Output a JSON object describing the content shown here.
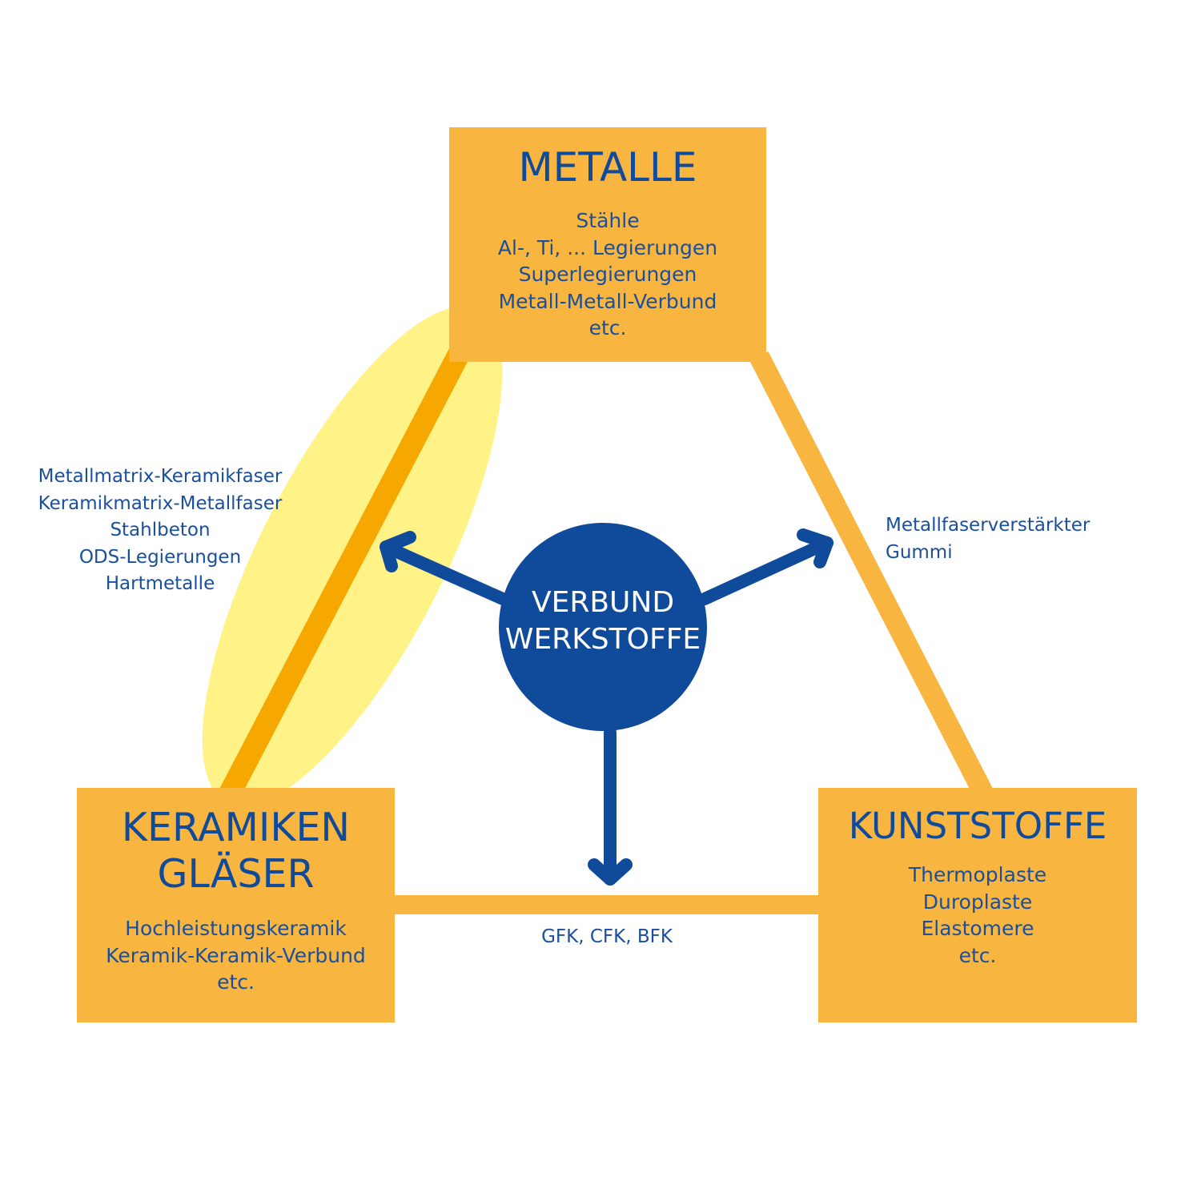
{
  "center": {
    "lines": [
      "VERBUND",
      "WERKSTOFFE"
    ]
  },
  "metalle": {
    "title": "METALLE",
    "items": [
      "Stähle",
      "Al-, Ti, ... Legierungen",
      "Superlegierungen",
      "Metall-Metall-Verbund",
      "etc."
    ]
  },
  "keramiken": {
    "title_lines": [
      "KERAMIKEN",
      "GLÄSER"
    ],
    "items": [
      "Hochleistungskeramik",
      "Keramik-Keramik-Verbund",
      "etc."
    ]
  },
  "kunststoffe": {
    "title": "KUNSTSTOFFE",
    "items": [
      "Thermoplaste",
      "Duroplaste",
      "Elastomere",
      "etc."
    ]
  },
  "edges": {
    "metal_ceramic": [
      "Metallmatrix-Keramikfaser",
      "Keramikmatrix-Metallfaser",
      "Stahlbeton",
      "ODS-Legierungen",
      "Hartmetalle"
    ],
    "metal_plastic": [
      "Metallfaserverstärkter",
      "Gummi"
    ],
    "ceramic_plastic": "GFK, CFK, BFK"
  },
  "colors": {
    "box": "#f8b641",
    "connector": "#f8b641",
    "highlight": "#fff27d",
    "highlight_line": "#f6a800",
    "blue": "#0f4a9b"
  }
}
